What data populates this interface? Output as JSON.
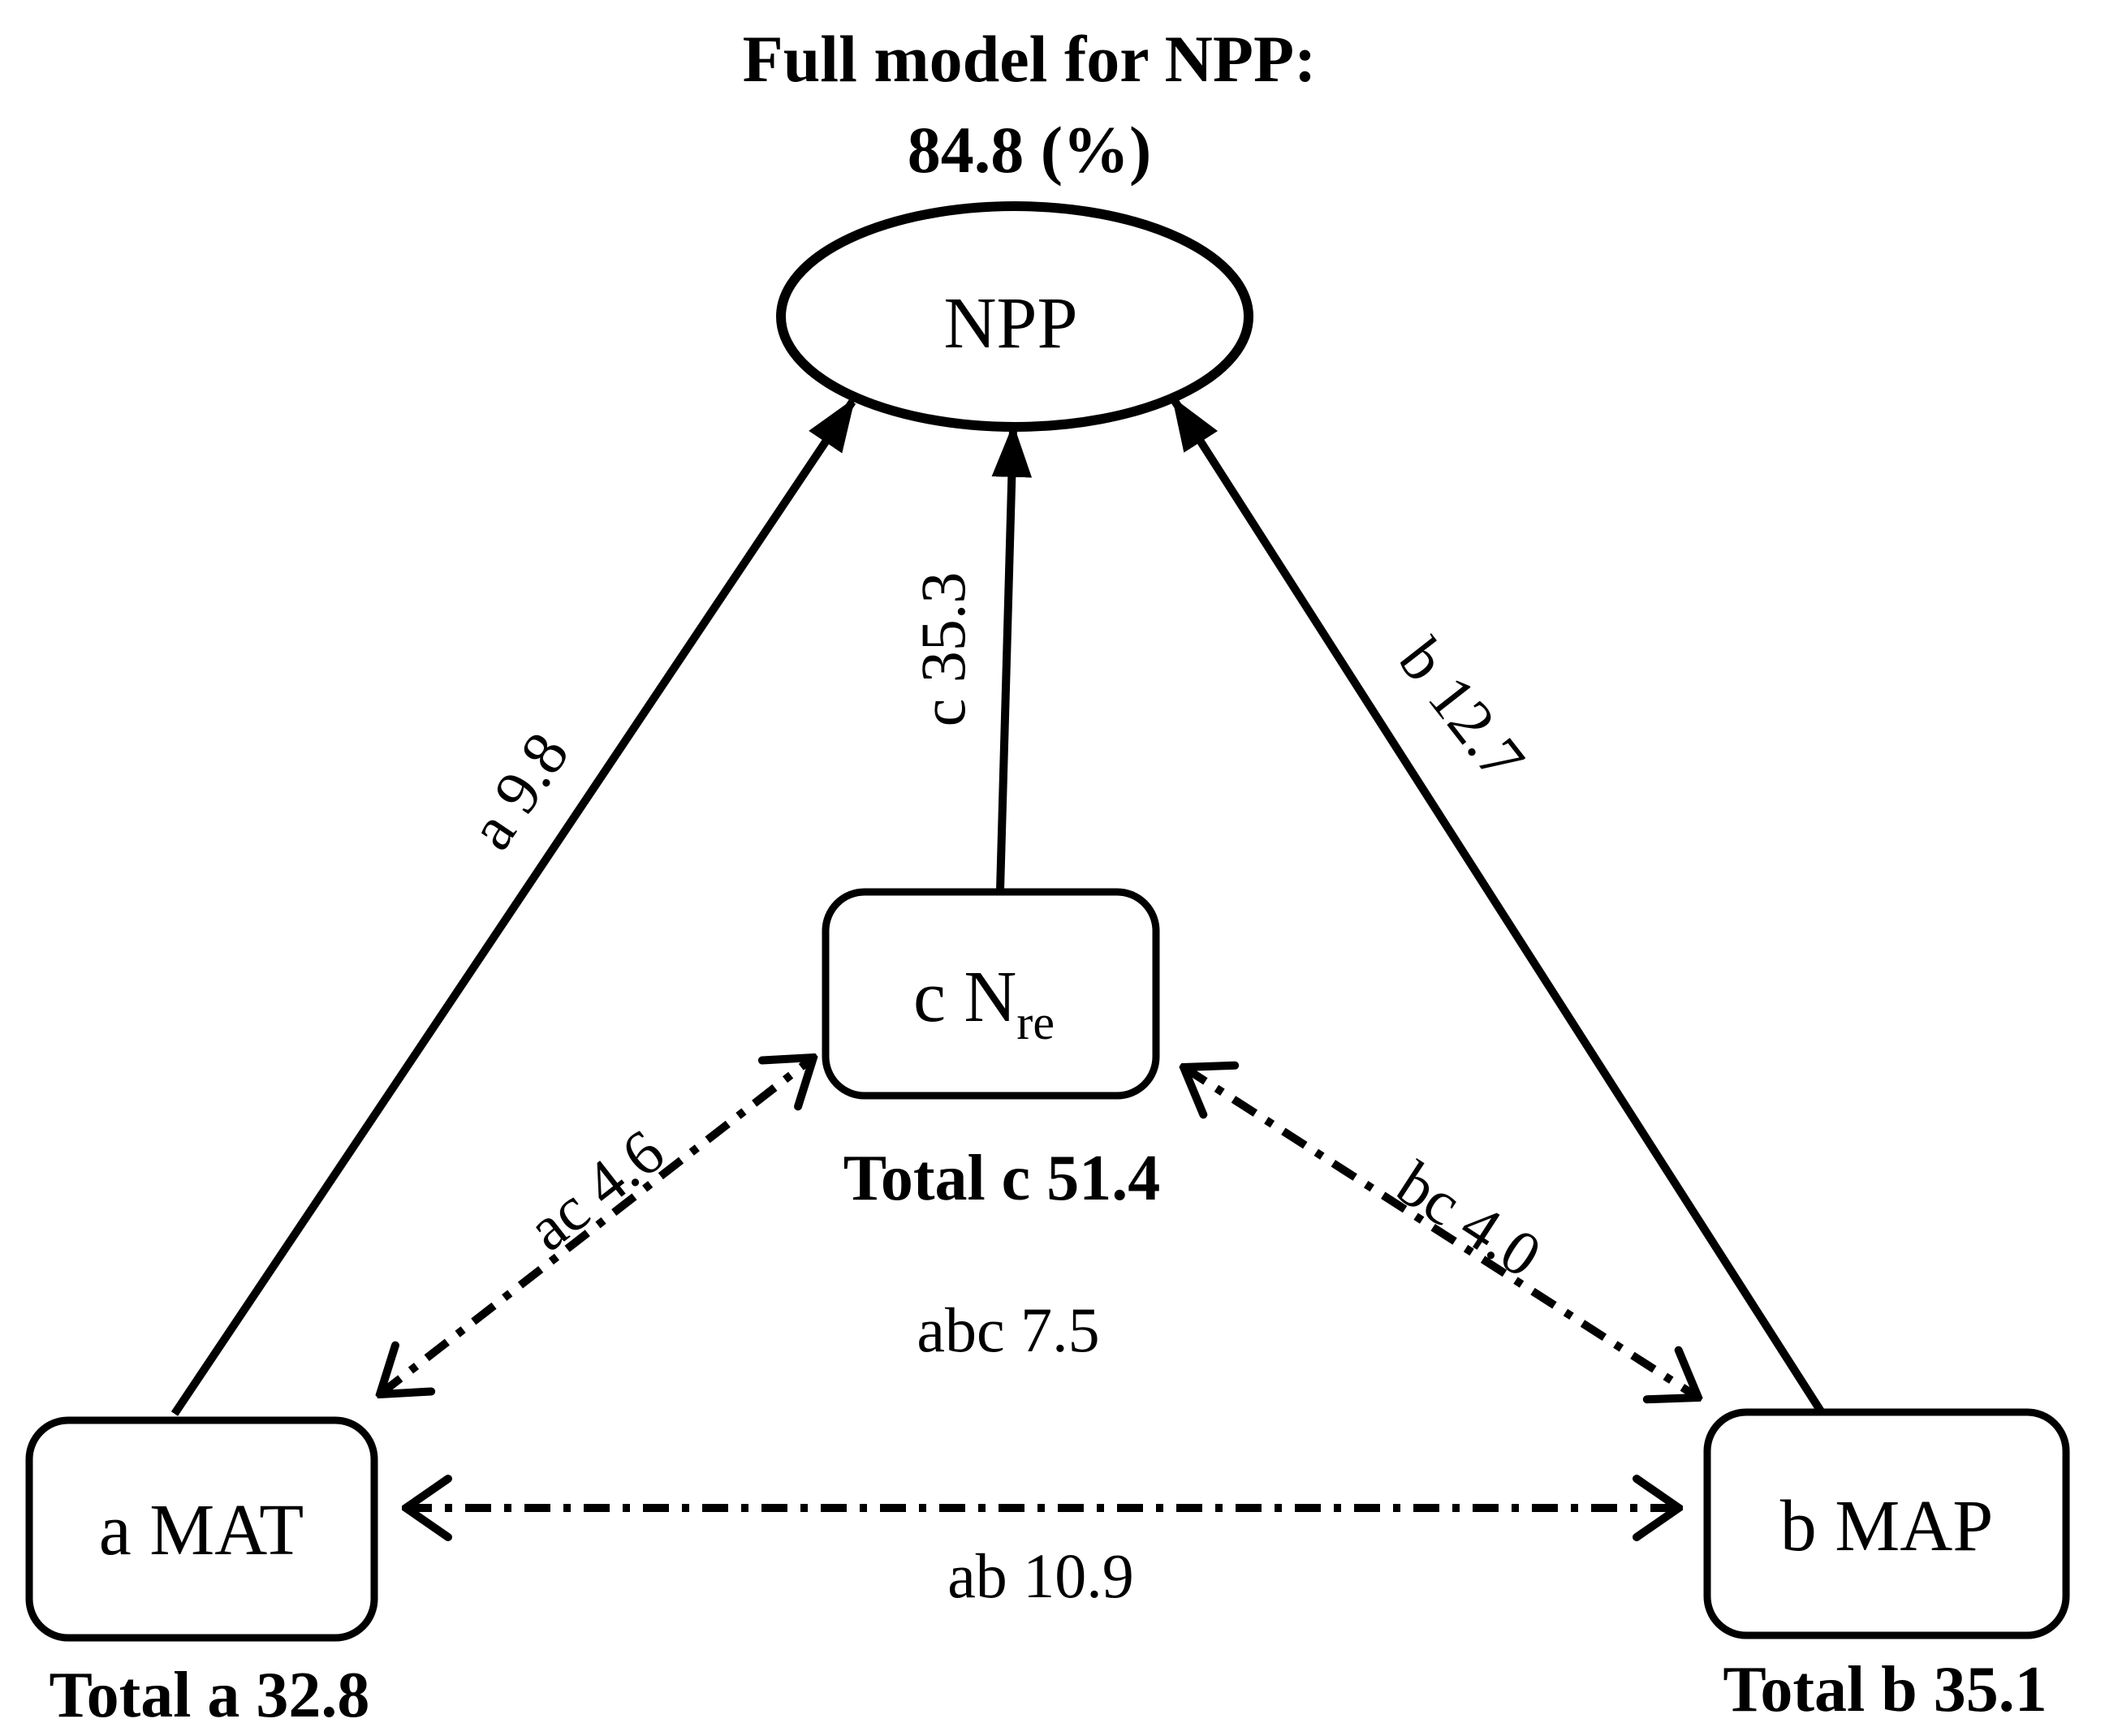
{
  "colors": {
    "ink": "#000000",
    "background": "#ffffff"
  },
  "title": {
    "line1": "Full model for NPP:",
    "line2": "84.8 (%)"
  },
  "nodes": {
    "npp": {
      "label": "NPP",
      "shape": "ellipse"
    },
    "nre": {
      "label_prefix": "c N",
      "label_subscript": "re",
      "total": "Total c 51.4",
      "shape": "rounded-rect"
    },
    "mat": {
      "label": "a MAT",
      "total": "Total a 32.8",
      "shape": "rounded-rect"
    },
    "map": {
      "label": "b MAP",
      "total": "Total b 35.1",
      "shape": "rounded-rect"
    }
  },
  "edges": {
    "a": {
      "label": "a 9.8",
      "from": "a MAT",
      "to": "NPP",
      "style": "solid",
      "arrowheads": "single"
    },
    "c": {
      "label": "c 35.3",
      "from": "c Nre",
      "to": "NPP",
      "style": "solid",
      "arrowheads": "single"
    },
    "b": {
      "label": "b 12.7",
      "from": "b MAP",
      "to": "NPP",
      "style": "solid",
      "arrowheads": "single"
    },
    "ac": {
      "label": "ac 4.6",
      "between": [
        "a MAT",
        "c Nre"
      ],
      "style": "dash-dot",
      "arrowheads": "double"
    },
    "bc": {
      "label": "bc 4.0",
      "between": [
        "c Nre",
        "b MAP"
      ],
      "style": "dash-dot",
      "arrowheads": "double"
    },
    "ab": {
      "label": "ab 10.9",
      "between": [
        "a MAT",
        "b MAP"
      ],
      "style": "dash-dot",
      "arrowheads": "double"
    }
  },
  "shared_fraction": {
    "abc": "abc 7.5"
  }
}
